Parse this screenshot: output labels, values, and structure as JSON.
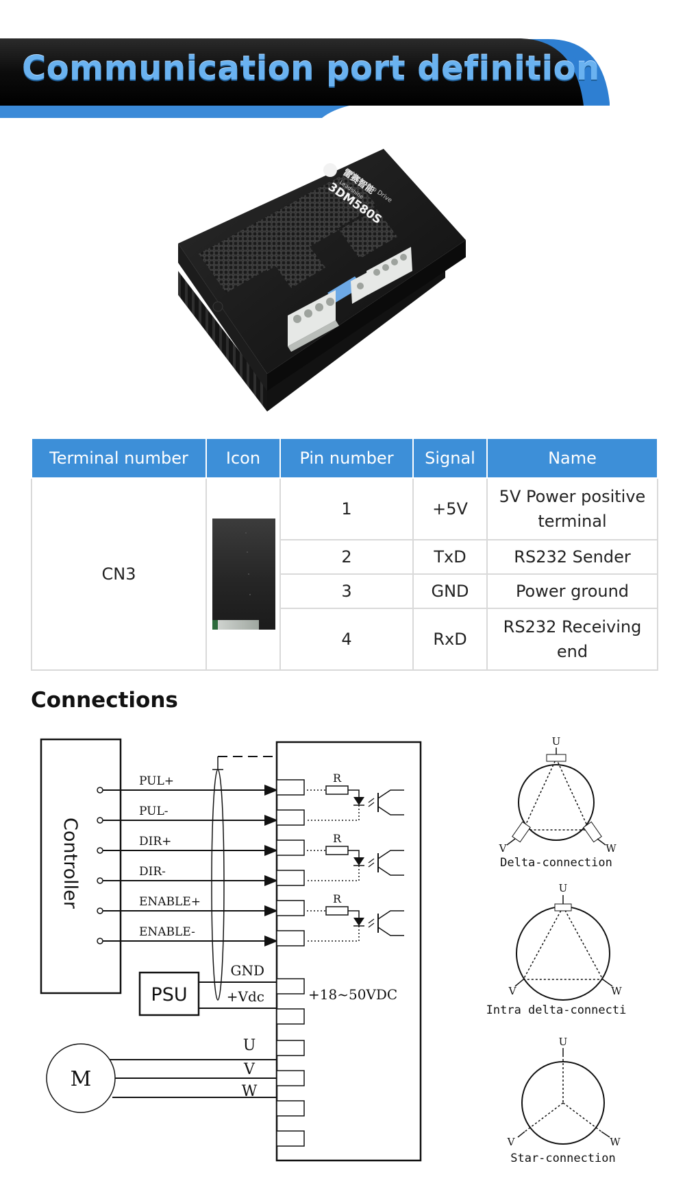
{
  "banner": {
    "title": "Communication port definition"
  },
  "product": {
    "brand_cn": "雷赛智能",
    "brand_en": "Leadshine",
    "subtitle": "Microstep Drive",
    "model": "3DM580S"
  },
  "table": {
    "headers": [
      "Terminal number",
      "Icon",
      "Pin number",
      "Signal",
      "Name"
    ],
    "terminal": "CN3",
    "rows": [
      {
        "pin": "1",
        "signal": "+5V",
        "name": "5V Power positive terminal"
      },
      {
        "pin": "2",
        "signal": "TxD",
        "name": "RS232 Sender"
      },
      {
        "pin": "3",
        "signal": "GND",
        "name": "Power ground"
      },
      {
        "pin": "4",
        "signal": "RxD",
        "name": "RS232 Receiving end"
      }
    ]
  },
  "connections": {
    "title": "Connections",
    "controller_label": "Controller",
    "signals": [
      "PUL+",
      "PUL-",
      "DIR+",
      "DIR-",
      "ENABLE+",
      "ENABLE-"
    ],
    "resistor_label": "R",
    "psu_label": "PSU",
    "psu_pins": [
      "GND",
      "+Vdc"
    ],
    "voltage_label": "+18~50VDC",
    "motor_label": "M",
    "motor_phases": [
      "U",
      "V",
      "W"
    ],
    "wiring_types": [
      {
        "name": "Delta-connection",
        "u": "U",
        "v": "V",
        "w": "W"
      },
      {
        "name": "Intra delta-connecti",
        "u": "U",
        "v": "V",
        "w": "W"
      },
      {
        "name": "Star-connection",
        "u": "U",
        "v": "V",
        "w": "W"
      }
    ]
  }
}
